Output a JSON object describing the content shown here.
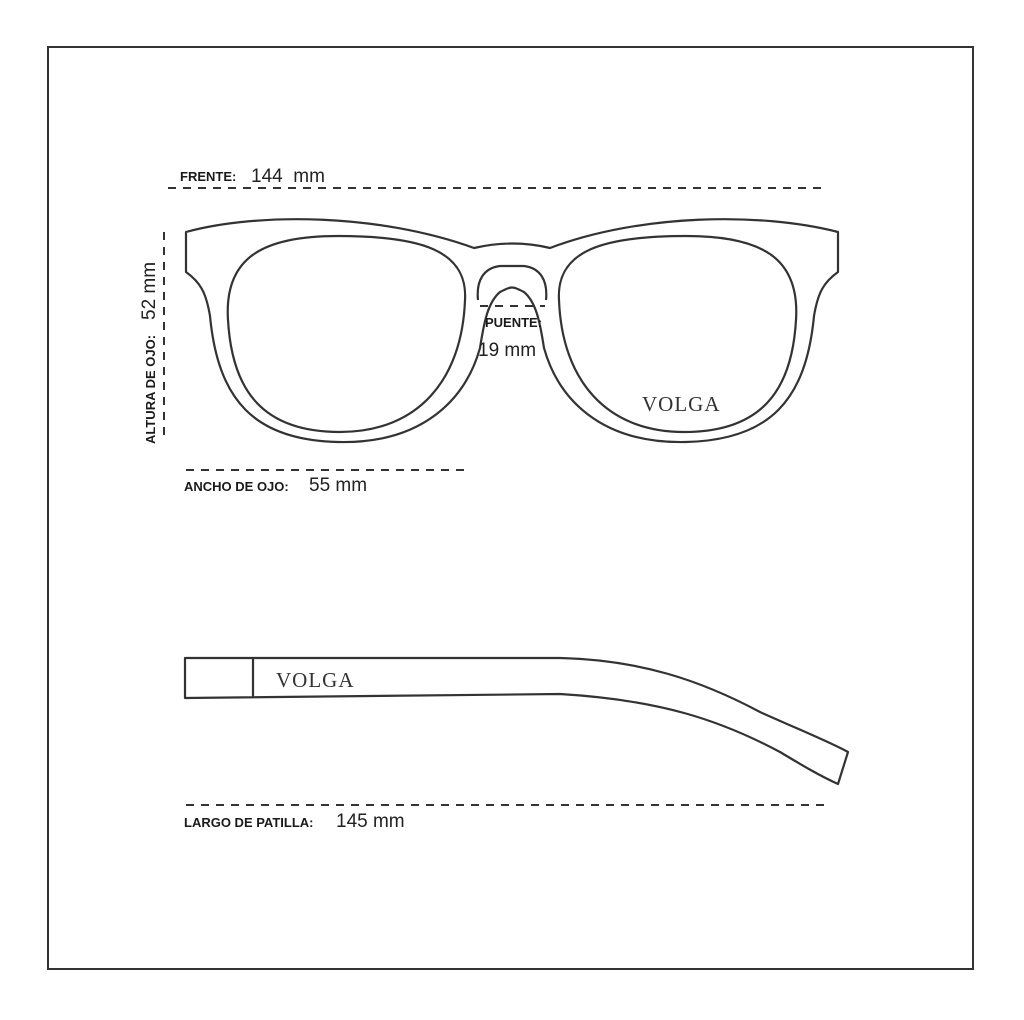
{
  "measurements": {
    "frente": {
      "label": "FRENTE:",
      "value": "144  mm"
    },
    "altura_de_ojo": {
      "label": "ALTURA DE OJO:",
      "value": "52 mm"
    },
    "puente": {
      "label": "PUENTE:",
      "value": "19 mm"
    },
    "ancho_de_ojo": {
      "label": "ANCHO DE OJO:",
      "value": "55 mm"
    },
    "largo_de_patilla": {
      "label": "LARGO DE PATILLA:",
      "value": "145 mm"
    }
  },
  "brand": {
    "front_logo": "VOLGA",
    "temple_logo": "VOLGA"
  },
  "colors": {
    "line": "#333333",
    "background": "#ffffff"
  }
}
